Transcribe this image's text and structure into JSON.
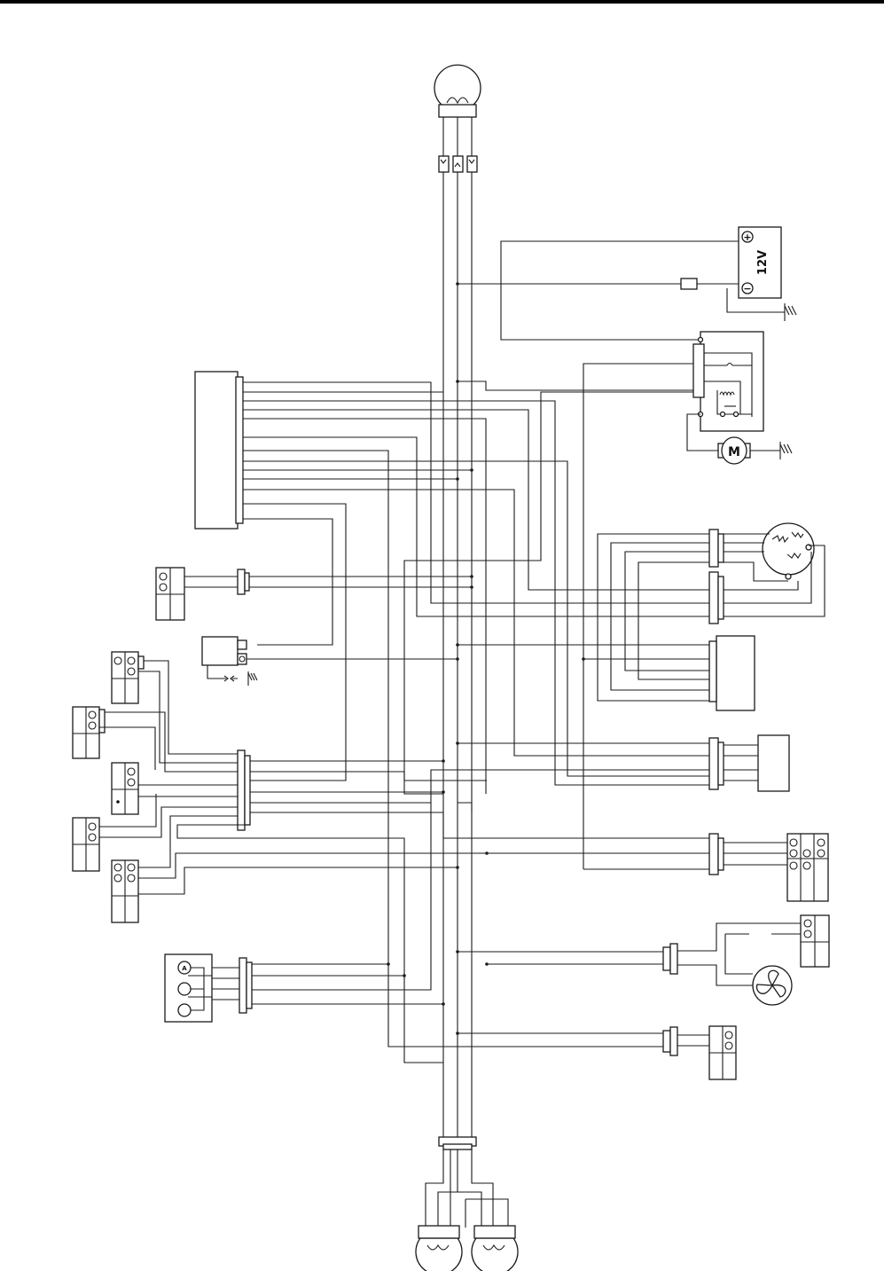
{
  "battery": {
    "voltage_label": "12V",
    "positive_symbol": "+",
    "negative_symbol": "−"
  },
  "starter_motor": {
    "symbol": "M"
  },
  "rectifier": {
    "lead_label": "A"
  },
  "colors": {
    "line": "#1a1a1a",
    "background": "#ffffff"
  },
  "icons": {
    "headlight": "bulb-icon",
    "tail_lights": "bulb-icon",
    "ground": "ground-icon",
    "fan": "fan-icon",
    "generator": "stator-coil-icon"
  }
}
